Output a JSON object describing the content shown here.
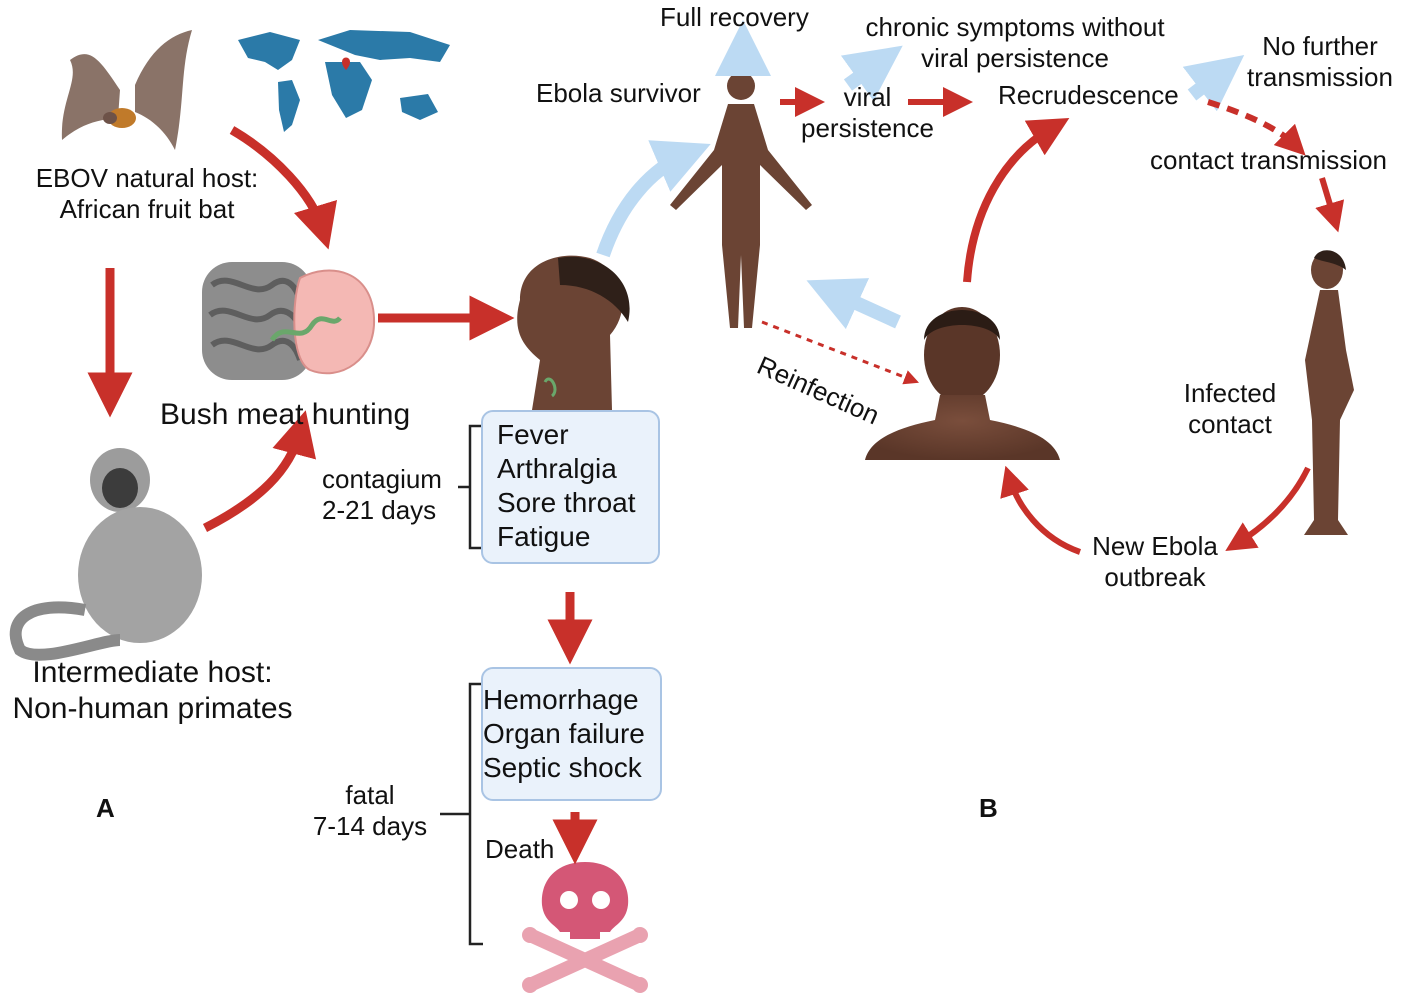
{
  "panel_a": {
    "label": "A",
    "natural_host": [
      "EBOV natural host:",
      "African fruit bat"
    ],
    "bush_meat": "Bush meat hunting",
    "intermediate_host": [
      "Intermediate host:",
      "Non-human primates"
    ],
    "incubation": [
      "contagium",
      "2-21 days"
    ],
    "symptoms": [
      "Fever",
      "Arthralgia",
      "Sore throat",
      "Fatigue"
    ],
    "fatal_stage": [
      "fatal",
      "7-14 days"
    ],
    "severe": [
      "Hemorrhage",
      "Organ failure",
      "Septic shock"
    ],
    "death": "Death"
  },
  "panel_b": {
    "label": "B",
    "full_recovery": "Full recovery",
    "survivor": "Ebola survivor",
    "chronic": [
      "chronic symptoms without",
      "viral persistence"
    ],
    "viral_persistence": [
      "viral",
      "persistence"
    ],
    "recrudescence": "Recrudescence",
    "no_further": [
      "No further",
      "transmission"
    ],
    "contact_transmission": "contact transmission",
    "infected_contact": [
      "Infected",
      "contact"
    ],
    "new_outbreak": [
      "New Ebola",
      "outbreak"
    ],
    "reinfection": "Reinfection"
  },
  "colors": {
    "red_arrow": "#c8302a",
    "light_arrow": "#bcdaf3",
    "box_fill": "#eaf2fb",
    "box_border": "#a9c4e4",
    "skin": "#6b4434",
    "skull": "#d45776",
    "map": "#2b7aa8"
  },
  "icons": [
    "bat-icon",
    "world-map-icon",
    "intestine-icon",
    "primate-icon",
    "human-icon",
    "skull-icon"
  ]
}
